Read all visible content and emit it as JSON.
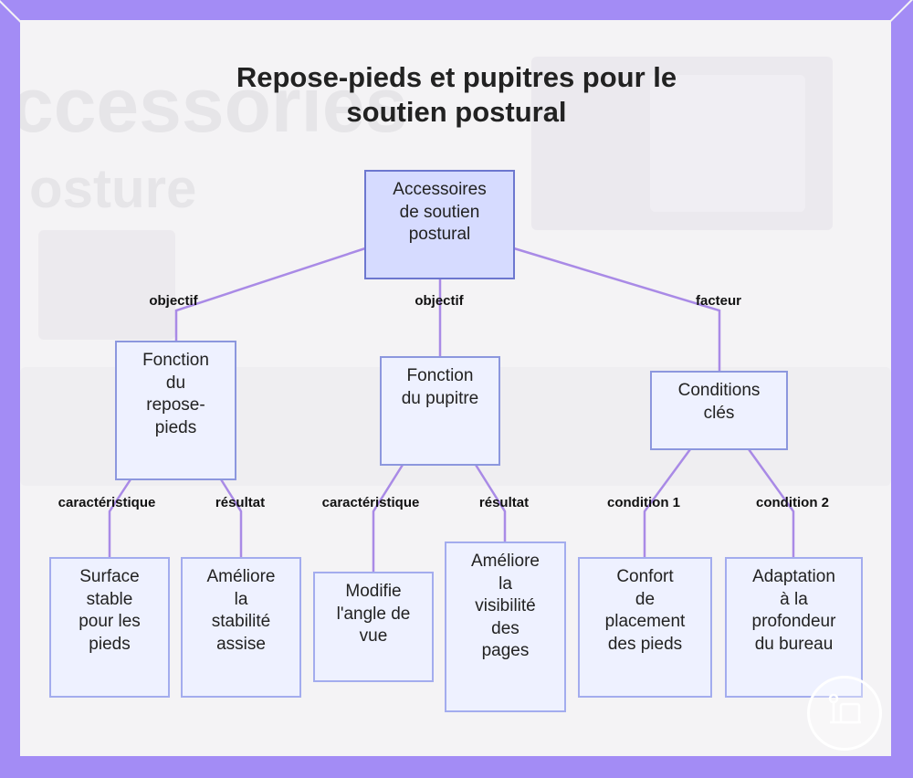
{
  "title": "Repose-pieds et pupitres pour le soutien postural",
  "background_text": {
    "line1": "ccessories",
    "line2": "osture"
  },
  "colors": {
    "frame": "#a38cf5",
    "panel": "#f4f3f5",
    "node_fill": "#eef1ff",
    "root_fill": "#d6dbff",
    "edge": "#a98ae6"
  },
  "nodes": {
    "root": "Accessoires\nde soutien\npostural",
    "footrest_function": "Fonction\ndu\nrepose-\npieds",
    "desk_function": "Fonction\ndu pupitre",
    "key_conditions": "Conditions\nclés",
    "stable_surface": "Surface\nstable\npour les\npieds",
    "seated_stability": "Améliore\nla\nstabilité\nassise",
    "view_angle": "Modifie\nl'angle de\nvue",
    "page_visibility": "Améliore\nla\nvisibilité\ndes\npages",
    "foot_comfort": "Confort\nde\nplacement\ndes pieds",
    "desk_depth": "Adaptation\nà la\nprofondeur\ndu bureau"
  },
  "edge_labels": {
    "objectif_left": "objectif",
    "objectif_mid": "objectif",
    "facteur": "facteur",
    "caracteristique_left": "caractéristique",
    "resultat_left": "résultat",
    "caracteristique_mid": "caractéristique",
    "resultat_mid": "résultat",
    "condition1": "condition 1",
    "condition2": "condition 2"
  },
  "badge_icon": "accessories-icon"
}
